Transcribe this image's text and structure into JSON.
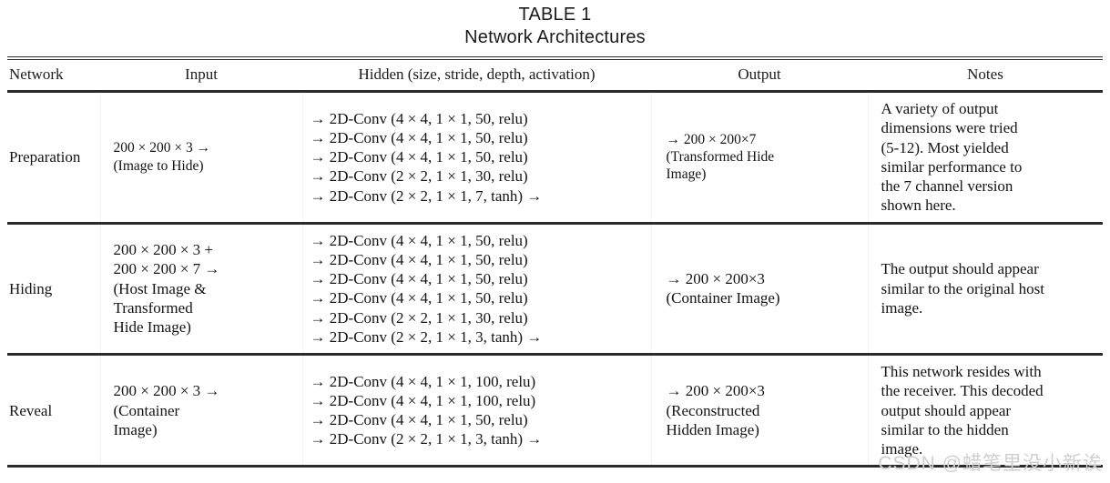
{
  "title": {
    "line1": "TABLE 1",
    "line2": "Network Architectures"
  },
  "table": {
    "headers": {
      "network": "Network",
      "input": "Input",
      "hidden": "Hidden (size, stride, depth, activation)",
      "output": "Output",
      "notes": "Notes"
    },
    "rows": [
      {
        "network": "Preparation",
        "input": [
          "200 × 200 × 3 →",
          "(Image to Hide)"
        ],
        "hidden": [
          "→ 2D-Conv (4 × 4, 1 × 1, 50, relu)",
          "→ 2D-Conv (4 × 4, 1 × 1, 50, relu)",
          "→ 2D-Conv (4 × 4, 1 × 1, 50, relu)",
          "→ 2D-Conv (2 × 2, 1 × 1, 30, relu)",
          "→ 2D-Conv (2 × 2, 1 × 1, 7, tanh) →"
        ],
        "output": [
          "→ 200 × 200×7",
          "(Transformed Hide",
          "Image)"
        ],
        "notes": [
          "A variety of output",
          "dimensions were tried",
          "(5-12). Most yielded",
          "similar performance to",
          "the 7 channel version",
          "shown here."
        ]
      },
      {
        "network": "Hiding",
        "input": [
          "200 × 200 × 3 +",
          "200  × 200 × 7 →",
          "(Host Image &",
          "Transformed",
          "Hide Image)"
        ],
        "hidden": [
          "→ 2D-Conv (4 × 4, 1 × 1, 50, relu)",
          "→ 2D-Conv (4 × 4, 1 × 1, 50, relu)",
          "→ 2D-Conv (4 × 4, 1 × 1, 50, relu)",
          "→ 2D-Conv (4 × 4, 1 × 1, 50, relu)",
          "→ 2D-Conv (2 × 2, 1 × 1, 30, relu)",
          "→ 2D-Conv (2 × 2, 1 × 1, 3, tanh) →"
        ],
        "output": [
          "→ 200 × 200×3",
          "(Container Image)"
        ],
        "notes": [
          "The output should appear",
          "similar to the original host",
          "image."
        ]
      },
      {
        "network": "Reveal",
        "input": [
          "200  × 200 × 3 →",
          "(Container",
          "Image)"
        ],
        "hidden": [
          "→ 2D-Conv (4 × 4, 1 × 1, 100, relu)",
          "→ 2D-Conv (4 × 4, 1 × 1, 100, relu)",
          "→ 2D-Conv (4 × 4, 1 × 1, 50, relu)",
          "→ 2D-Conv (2 × 2, 1 × 1, 3, tanh) →"
        ],
        "output": [
          "→ 200 × 200×3",
          "(Reconstructed",
          "Hidden Image)"
        ],
        "notes": [
          "This network resides with",
          "the receiver. This decoded",
          "output should appear",
          "similar to the hidden",
          "image."
        ]
      }
    ]
  },
  "watermark": {
    "text": "CSDN @蜡笔里没小新诶"
  },
  "colors": {
    "rule": "#2b2b2b",
    "text": "#141414",
    "watermark": "#cfcfcf"
  }
}
